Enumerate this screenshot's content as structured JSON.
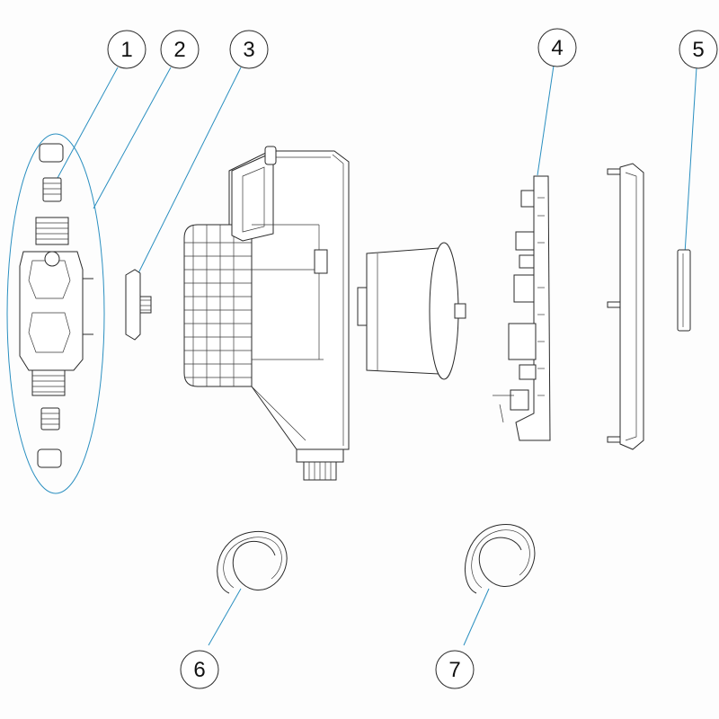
{
  "diagram": {
    "type": "exploded-parts-view",
    "colors": {
      "leader": "#2a8fc0",
      "outline": "#2a2a2a",
      "background": "#fdfdfd"
    },
    "callouts": [
      {
        "id": "c1",
        "label": "1"
      },
      {
        "id": "c2",
        "label": "2"
      },
      {
        "id": "c3",
        "label": "3"
      },
      {
        "id": "c4",
        "label": "4"
      },
      {
        "id": "c5",
        "label": "5"
      },
      {
        "id": "c6",
        "label": "6"
      },
      {
        "id": "c7",
        "label": "7"
      }
    ]
  }
}
